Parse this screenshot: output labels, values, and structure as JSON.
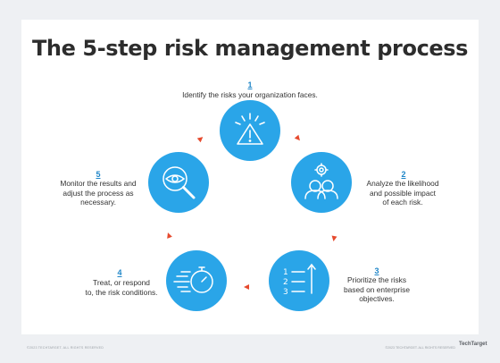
{
  "title": "The 5-step risk management process",
  "steps": [
    {
      "number": "1",
      "text": "Identify the risks your organization faces.",
      "icon": "warning-triangle-icon"
    },
    {
      "number": "2",
      "text": "Analyze the likelihood\nand possible impact\nof each risk.",
      "icon": "people-gear-icon"
    },
    {
      "number": "3",
      "text": "Prioritize the risks\nbased on enterprise\nobjectives.",
      "icon": "numbered-list-icon"
    },
    {
      "number": "4",
      "text": "Treat, or respond\nto, the risk conditions.",
      "icon": "stopwatch-speed-icon"
    },
    {
      "number": "5",
      "text": "Monitor the results and\nadjust the process as\nnecessary.",
      "icon": "magnifier-eye-icon"
    }
  ],
  "colors": {
    "circle": "#2aa5e8",
    "arrow": "#e64a2e",
    "number": "#1f86c8"
  },
  "footer": {
    "left": "©2023 TECHTARGET. ALL RIGHTS RESERVED",
    "right": "©2023 TECHTARGET. ALL RIGHTS RESERVED",
    "logo": "TechTarget"
  }
}
